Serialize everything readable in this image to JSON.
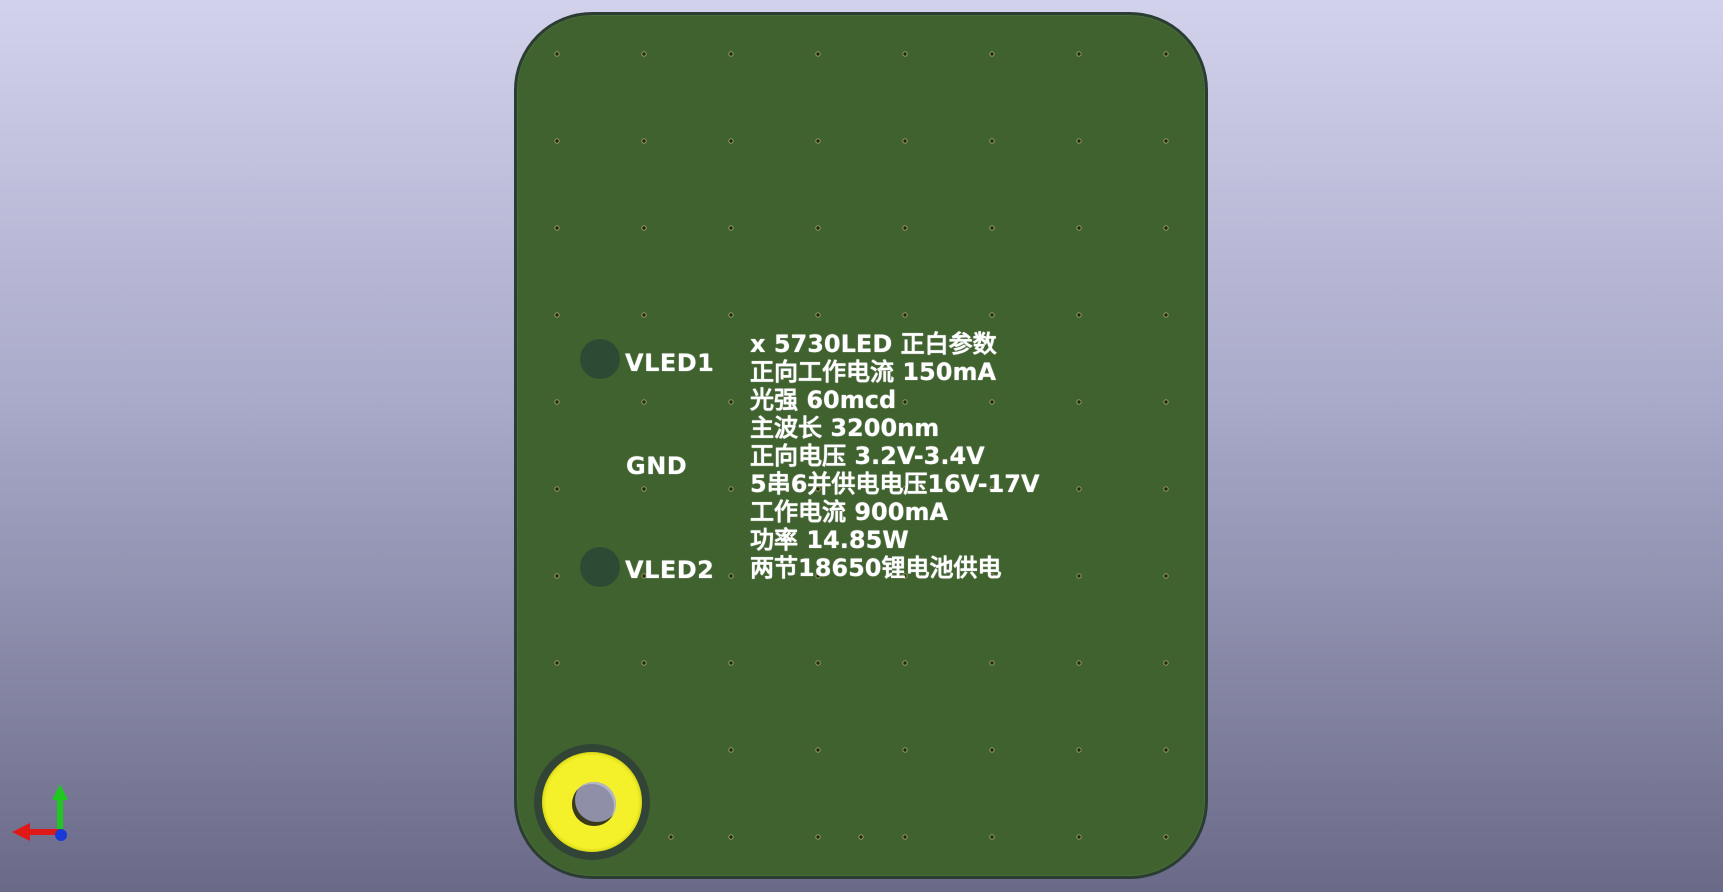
{
  "pcb": {
    "pads": {
      "vled1": "VLED1",
      "gnd": "GND",
      "vled2": "VLED2"
    },
    "spec_lines": [
      "x 5730LED 正白参数",
      "正向工作电流 150mA",
      "光强 60mcd",
      "主波长 3200nm",
      "正向电压 3.2V-3.4V",
      "5串6并供电电压16V-17V",
      "工作电流 900mA",
      "功率 14.85W",
      "两节18650锂电池供电"
    ]
  },
  "colors": {
    "board": "#3f622f",
    "outline": "#2b3d33",
    "silkscreen": "#ffffff",
    "mount_ring": "#f4f12a",
    "pad": "#2d4a35"
  },
  "icons": {
    "axis_gizmo": "xyz-axis-icon"
  }
}
